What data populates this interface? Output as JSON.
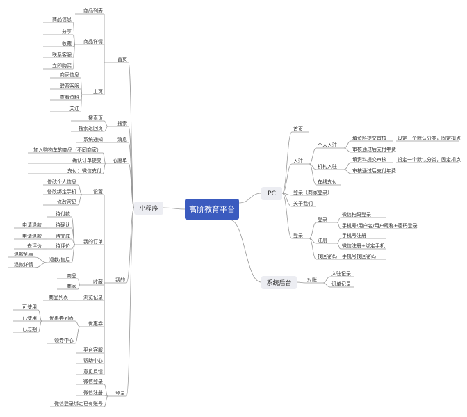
{
  "root": {
    "label": "高阶教育平台",
    "color": "#3b5bbf"
  },
  "colors": {
    "line": "#999999",
    "subtopic_bg": "#ecedf2"
  },
  "mini_program": {
    "label": "小程序",
    "nodes": {
      "home": {
        "label": "首页",
        "children": {
          "product_list": "商品列表",
          "product_detail": {
            "label": "商品详情",
            "children": [
              "商品信息",
              "分享",
              "收藏",
              "联系客服",
              "立即购买"
            ]
          },
          "homepage": {
            "label": "主页",
            "children": [
              "商家信息",
              "联系客服",
              "查看资料",
              "关注"
            ]
          }
        }
      },
      "search": {
        "label": "搜索",
        "children": [
          "搜索页",
          "搜索返回页"
        ]
      },
      "message": {
        "label": "消息",
        "children": [
          "系统通知"
        ]
      },
      "wishlist": {
        "label": "心愿单",
        "children": [
          "加入购物车的商品（不同商家）",
          "确认订单提交",
          "支付：微信支付"
        ]
      },
      "mine": {
        "label": "我的",
        "children": {
          "settings": {
            "label": "设置",
            "children": [
              "修改个人信息",
              "修改绑定手机",
              "修改密码"
            ]
          },
          "orders": {
            "label": "我的订单",
            "children": [
              {
                "label": "待付款"
              },
              {
                "label": "待确认",
                "sub": "申请退款"
              },
              {
                "label": "待完成",
                "sub": "申请退款"
              },
              {
                "label": "待评价",
                "sub": "去评价"
              },
              {
                "label": "退款/售后",
                "subs": [
                  "退款列表",
                  "退款详情"
                ]
              }
            ]
          },
          "favorites": {
            "label": "收藏",
            "children": [
              "商品",
              "商家"
            ]
          },
          "history": {
            "label": "浏览记录",
            "children": [
              "商品列表"
            ]
          },
          "coupons": {
            "label": "优惠券",
            "children": [
              {
                "label": "优惠券列表",
                "subs": [
                  "可使用",
                  "已使用",
                  "已过期"
                ]
              },
              {
                "label": "领券中心"
              }
            ]
          },
          "support": "平台客服",
          "help": "帮助中心",
          "feedback": "意见反馈"
        }
      },
      "login": {
        "label": "登录",
        "children": [
          "微信登录",
          "微信注册",
          "微信登录绑定已有账号"
        ]
      }
    }
  },
  "pc": {
    "label": "PC",
    "nodes": {
      "home": "首页",
      "settle": {
        "label": "入驻",
        "children": [
          {
            "label": "个人入驻",
            "subs": [
              {
                "label": "填资料提交审核",
                "note": "设定一个默认分类，固定扣点"
              },
              {
                "label": "审核通过后支付年费"
              }
            ]
          },
          {
            "label": "机构入驻",
            "subs": [
              {
                "label": "填资料提交审核",
                "note": "设定一个默认分类，固定扣点"
              },
              {
                "label": "审核通过后支付年费"
              }
            ]
          },
          {
            "label": "在线支付"
          }
        ]
      },
      "merchant_login": "登录（商家登录）",
      "about": "关于我们",
      "auth": {
        "label": "登录",
        "children": [
          {
            "label": "登录",
            "subs": [
              "微信扫码登录",
              "手机号/用户名/用户昵称+密码登录"
            ]
          },
          {
            "label": "注册",
            "subs": [
              "手机号注册",
              "微信注册+绑定手机"
            ]
          },
          {
            "label": "找回密码",
            "subs": [
              "手机号找回密码"
            ]
          }
        ]
      }
    }
  },
  "backend": {
    "label": "系统后台",
    "nodes": {
      "reconcile": {
        "label": "对账",
        "children": [
          "入驻记录",
          "订单记录"
        ]
      }
    }
  }
}
